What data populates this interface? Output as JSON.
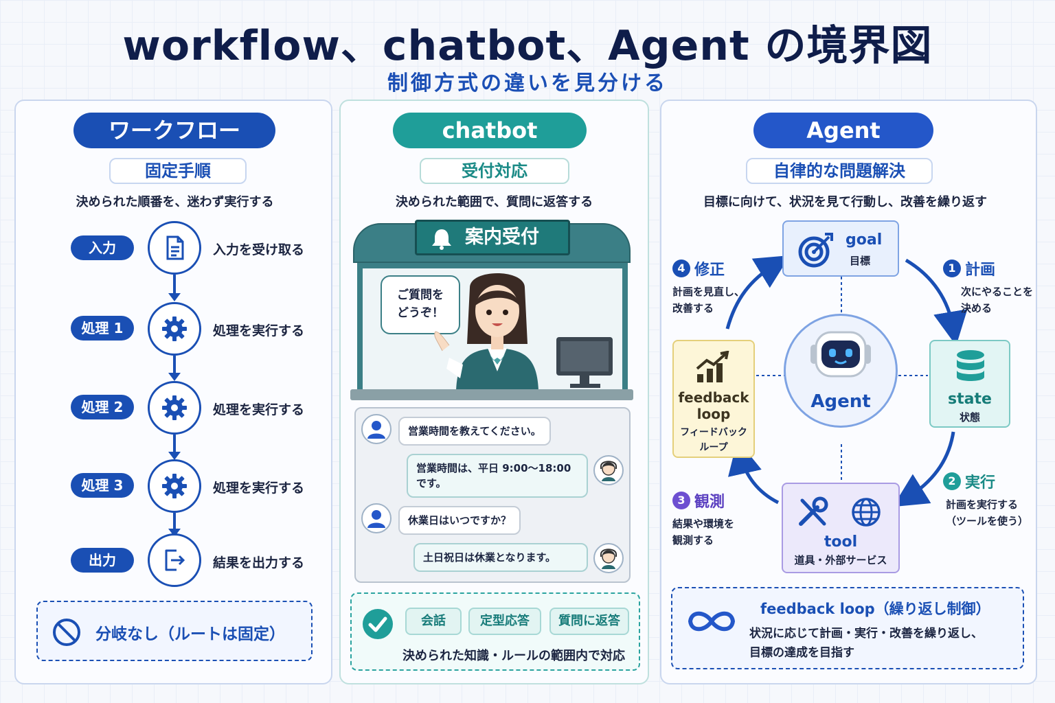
{
  "title": "workflow、chatbot、Agent の境界図",
  "subtitle": "制御方式の違いを見分ける",
  "workflow": {
    "header": "ワークフロー",
    "subheader": "固定手順",
    "description": "決められた順番を、迷わず実行する",
    "steps": [
      {
        "label": "入力",
        "text": "入力を受け取る"
      },
      {
        "label": "処理 1",
        "text": "処理を実行する"
      },
      {
        "label": "処理 2",
        "text": "処理を実行する"
      },
      {
        "label": "処理 3",
        "text": "処理を実行する"
      },
      {
        "label": "出力",
        "text": "結果を出力する"
      }
    ],
    "note": "分岐なし（ルートは固定）"
  },
  "chatbot": {
    "header": "chatbot",
    "subheader": "受付対応",
    "description": "決められた範囲で、質問に返答する",
    "sign": "案内受付",
    "speech_line1": "ご質問を",
    "speech_line2": "どうぞ！",
    "messages": [
      {
        "role": "user",
        "text": "営業時間を教えてください。"
      },
      {
        "role": "bot",
        "line1": "営業時間は、平日 9:00～18:00",
        "line2": "です。"
      },
      {
        "role": "user",
        "text": "休業日はいつですか？"
      },
      {
        "role": "bot",
        "text": "土日祝日は休業となります。"
      }
    ],
    "tags": [
      "会話",
      "定型応答",
      "質問に返答"
    ],
    "note": "決められた知識・ルールの範囲内で対応"
  },
  "agent": {
    "header": "Agent",
    "subheader": "自律的な問題解決",
    "description": "目標に向けて、状況を見て行動し、改善を繰り返す",
    "center": "Agent",
    "goal": {
      "title": "goal",
      "sub": "目標"
    },
    "state": {
      "title": "state",
      "sub": "状態"
    },
    "tool": {
      "title": "tool",
      "sub": "道具・外部サービス"
    },
    "feedback": {
      "title1": "feedback",
      "title2": "loop",
      "sub1": "フィードバック",
      "sub2": "ループ"
    },
    "steps": [
      {
        "num": "1",
        "title": "計画",
        "line1": "次にやることを",
        "line2": "決める"
      },
      {
        "num": "2",
        "title": "実行",
        "line1": "計画を実行する",
        "line2": "（ツールを使う）"
      },
      {
        "num": "3",
        "title": "観測",
        "line1": "結果や環境を",
        "line2": "観測する"
      },
      {
        "num": "4",
        "title": "修正",
        "line1": "計画を見直し、",
        "line2": "改善する"
      }
    ],
    "note_title": "feedback loop（繰り返し制御）",
    "note_line1": "状況に応じて計画・実行・改善を繰り返し、",
    "note_line2": "目標の達成を目指す"
  },
  "colors": {
    "workflow": "#1a4fb4",
    "chatbot": "#1f9e99",
    "agent": "#2457c9",
    "goal_bg": "#e8f0fd",
    "state_bg": "#e2f5f4",
    "tool_bg": "#ece9fb",
    "feedback_bg": "#fdf6d8"
  }
}
